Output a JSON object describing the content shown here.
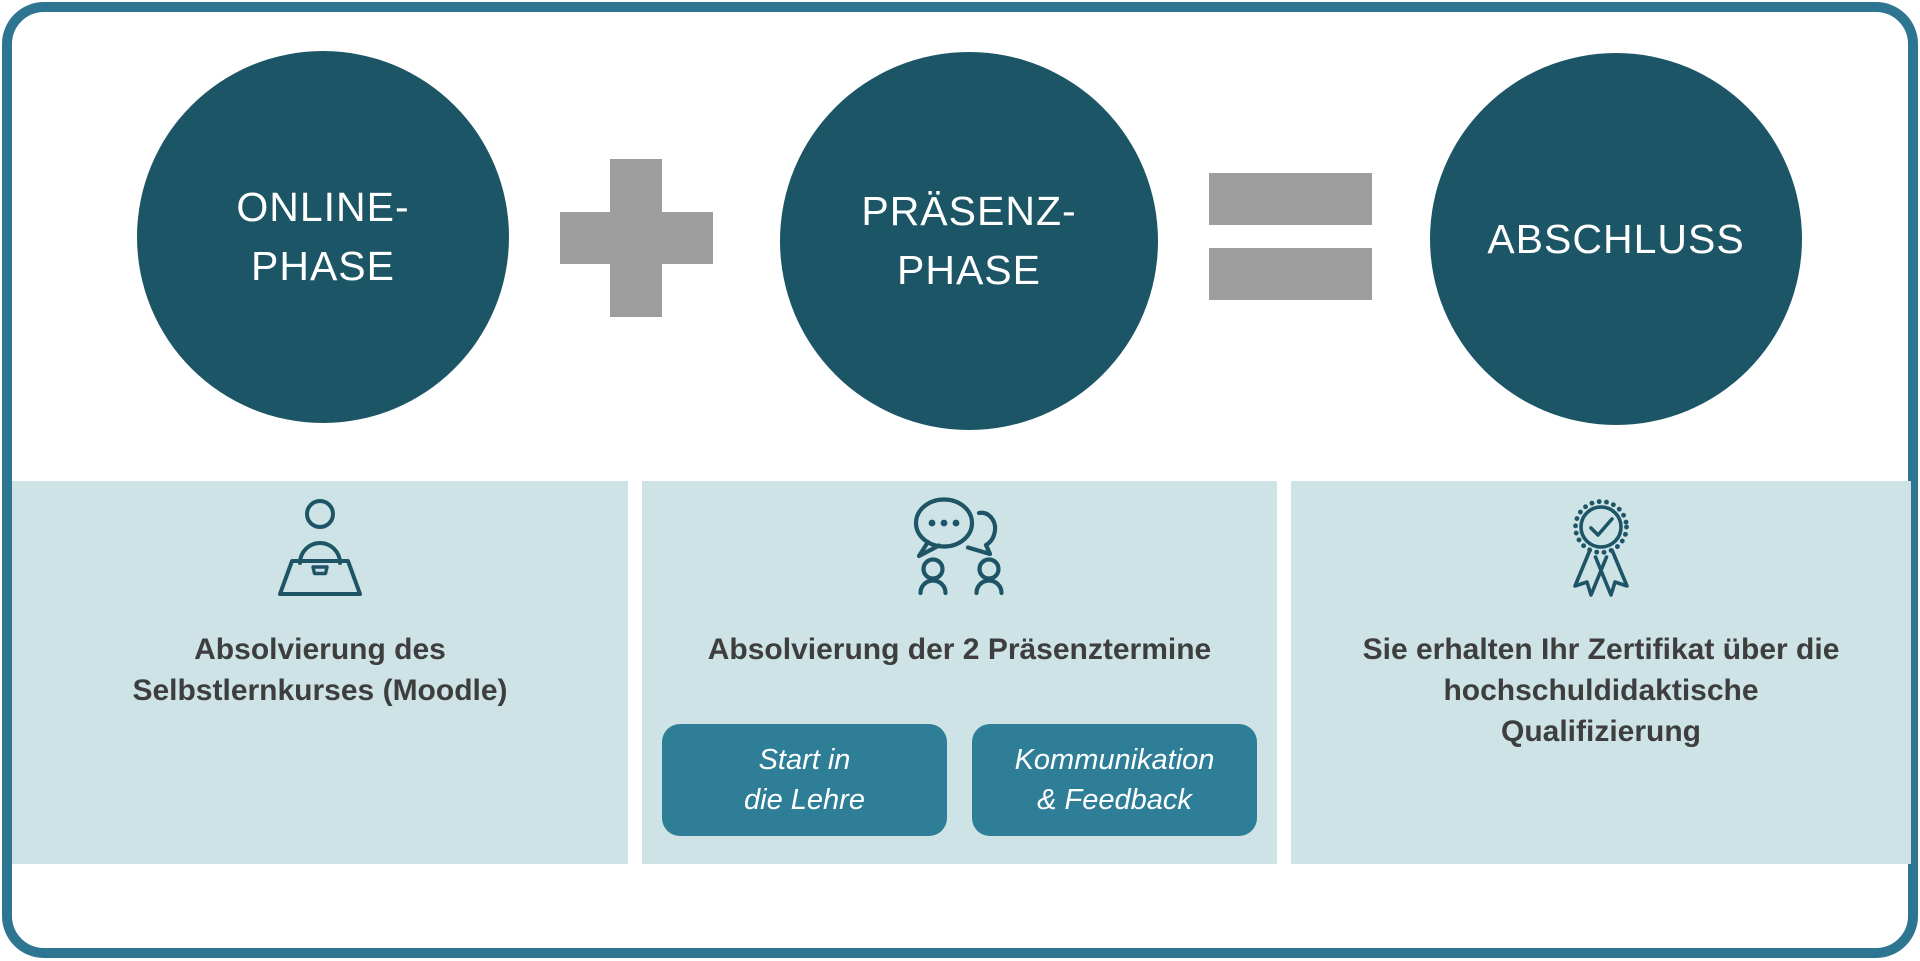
{
  "diagram": {
    "formula_circles": [
      {
        "label": "ONLINE-\nPHASE"
      },
      {
        "label": "PRÄSENZ-\nPHASE"
      },
      {
        "label": "ABSCHLUSS"
      }
    ],
    "operators": [
      {
        "name": "plus"
      },
      {
        "name": "equals"
      }
    ],
    "phases": [
      {
        "icon": "person-at-laptop",
        "description": "Absolvierung des\nSelbstlernkurses (Moodle)"
      },
      {
        "icon": "two-people-chatting",
        "description": "Absolvierung der 2 Präsenztermine",
        "buttons": [
          {
            "label": "Start in\ndie Lehre"
          },
          {
            "label": "Kommunikation\n& Feedback"
          }
        ]
      },
      {
        "icon": "award-ribbon",
        "description": "Sie erhalten Ihr Zertifikat über die\nhochschuldidaktische\nQualifizierung"
      }
    ],
    "colors": {
      "circle_fill": "#1c5566",
      "frame_border": "#2d7590",
      "button_fill": "#2f7e98",
      "phase_box_bg": "#cde3e6",
      "operator_gray": "#9d9d9e",
      "text_dark": "#3e3e3e",
      "icon_stroke": "#1d5566",
      "circle_text": "#ffffff"
    }
  }
}
